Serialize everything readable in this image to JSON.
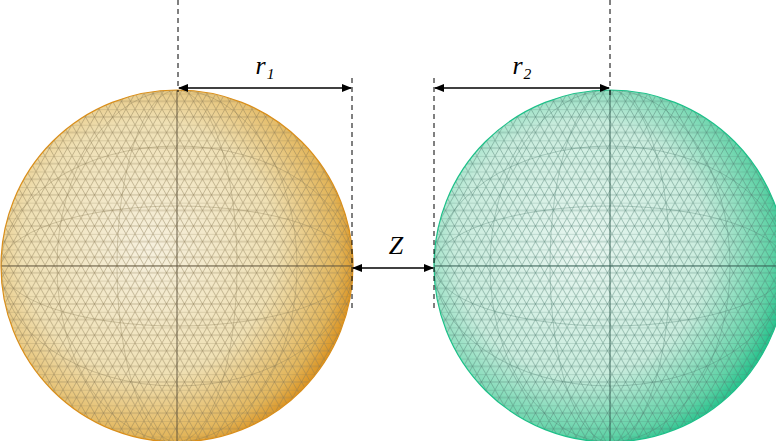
{
  "diagram": {
    "labels": [
      "r₁",
      "r₂",
      "Z"
    ]
  }
}
